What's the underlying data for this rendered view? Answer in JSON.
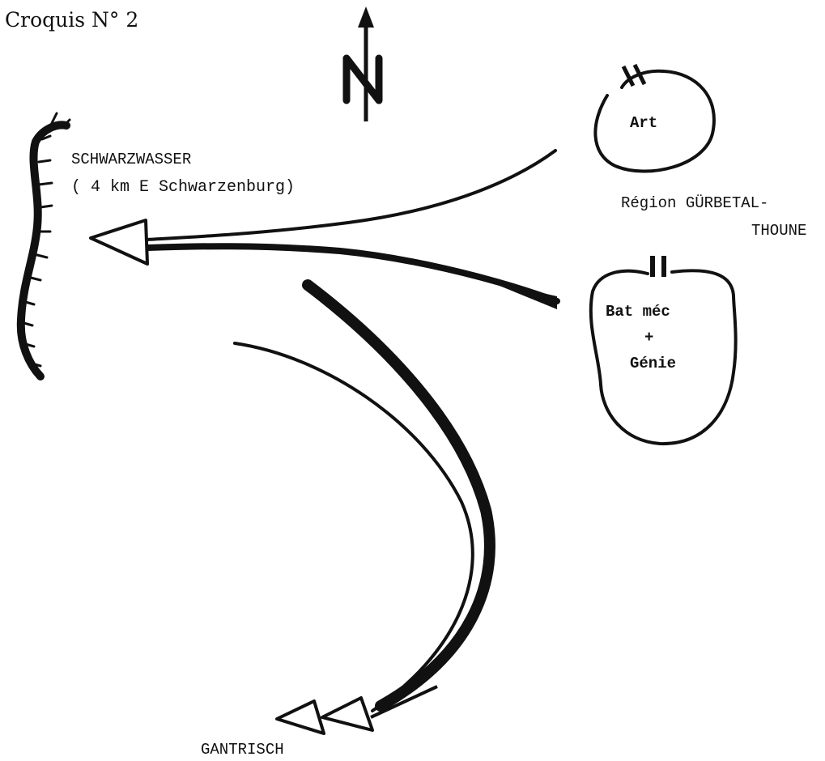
{
  "title": "Croquis N° 2",
  "north_marker": "N",
  "labels": {
    "schwarzwasser": "SCHWARZWASSER",
    "schwarzwasser_sub": "( 4 km E Schwarzenburg)",
    "region": "Région GÜRBETAL-",
    "region_cont": "THOUNE",
    "art": "Art",
    "bat_mec": "Bat méc",
    "plus": "+",
    "genie": "Génie",
    "gantrisch": "GANTRISCH"
  },
  "unit_symbols": {
    "art": "II",
    "bat_mec": "II"
  },
  "colors": {
    "ink": "#111111",
    "paper": "#ffffff"
  }
}
